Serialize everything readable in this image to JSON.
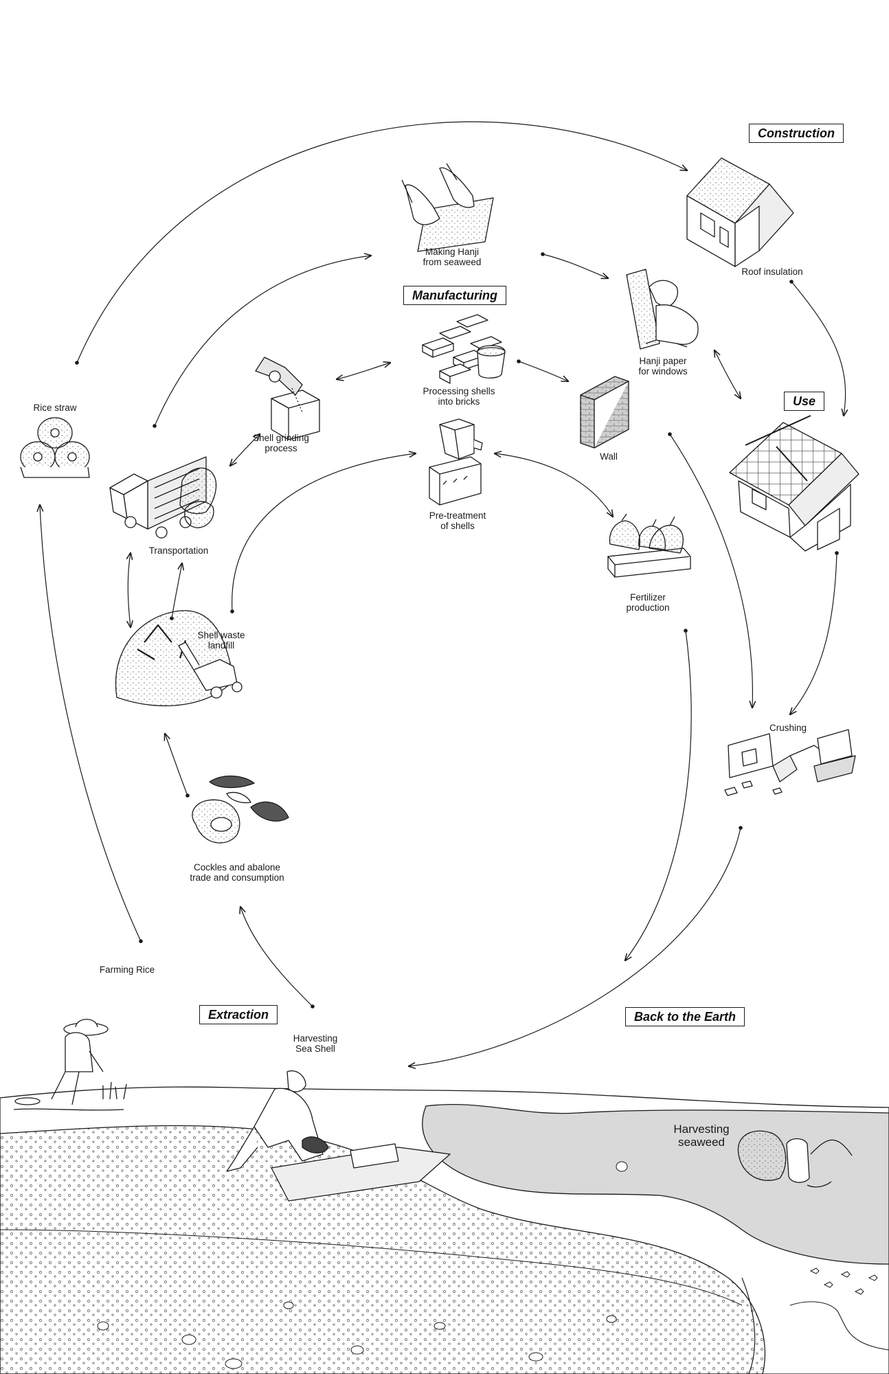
{
  "stages": {
    "construction": "Construction",
    "manufacturing": "Manufacturing",
    "use": "Use",
    "extraction": "Extraction",
    "back_to_earth": "Back to the Earth"
  },
  "nodes": {
    "making_hanji": [
      "Making Hanji",
      "from seaweed"
    ],
    "roof_insulation": [
      "Roof insulation"
    ],
    "hanji_paper": [
      "Hanji paper",
      "for windows"
    ],
    "processing_shells": [
      "Processing shells",
      "into bricks"
    ],
    "shell_grinding": [
      "Shell grinding",
      "process"
    ],
    "wall": [
      "Wall"
    ],
    "rice_straw": [
      "Rice straw"
    ],
    "pretreatment": [
      "Pre-treatment",
      "of shells"
    ],
    "transportation": [
      "Transportation"
    ],
    "fertilizer": [
      "Fertilizer",
      "production"
    ],
    "shell_waste": [
      "Shell waste",
      "landfill"
    ],
    "crushing": [
      "Crushing"
    ],
    "cockles": [
      "Cockles and abalone",
      "trade and consumption"
    ],
    "farming_rice": [
      "Farming Rice"
    ],
    "harvesting_shell": [
      "Harvesting",
      "Sea Shell"
    ],
    "harvesting_seaweed": [
      "Harvesting",
      "seaweed"
    ]
  },
  "colors": {
    "ink": "#1a1a1a",
    "sand": "#f2f2f2",
    "water": "#d9d9d9",
    "ground": "#e8e8e8"
  }
}
